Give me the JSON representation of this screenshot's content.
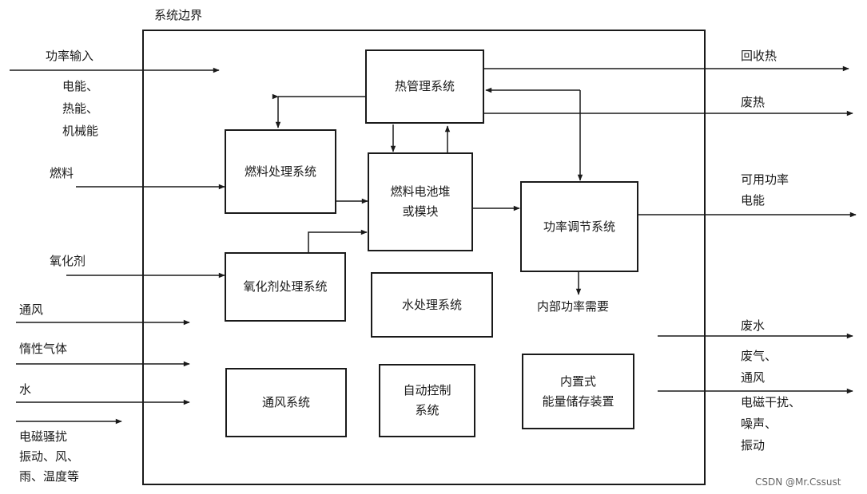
{
  "system_boundary": "系统边界",
  "blocks": {
    "thermal": "热管理系统",
    "fuel_proc": "燃料处理系统",
    "stack": "燃料电池堆\n或模块",
    "power_cond": "功率调节系统",
    "oxidant_proc": "氧化剂处理系统",
    "water": "水处理系统",
    "ventilation": "通风系统",
    "control": "自动控制\n系统",
    "storage": "内置式\n能量储存装置"
  },
  "inputs": {
    "power_input": "功率输入",
    "power_types": "电能、\n热能、\n机械能",
    "fuel": "燃料",
    "oxidant": "氧化剂",
    "ventilation": "通风",
    "inert_gas": "惰性气体",
    "water": "水",
    "disturbance": "电磁骚扰\n振动、风、\n雨、温度等"
  },
  "outputs": {
    "recovered_heat": "回收热",
    "waste_heat": "废热",
    "usable_power": "可用功率\n电能",
    "internal_power": "内部功率需要",
    "waste_water": "废水",
    "exhaust": "废气、\n通风",
    "emissions": "电磁干扰、\n噪声、\n振动"
  },
  "watermark": "CSDN @Mr.Cssust"
}
